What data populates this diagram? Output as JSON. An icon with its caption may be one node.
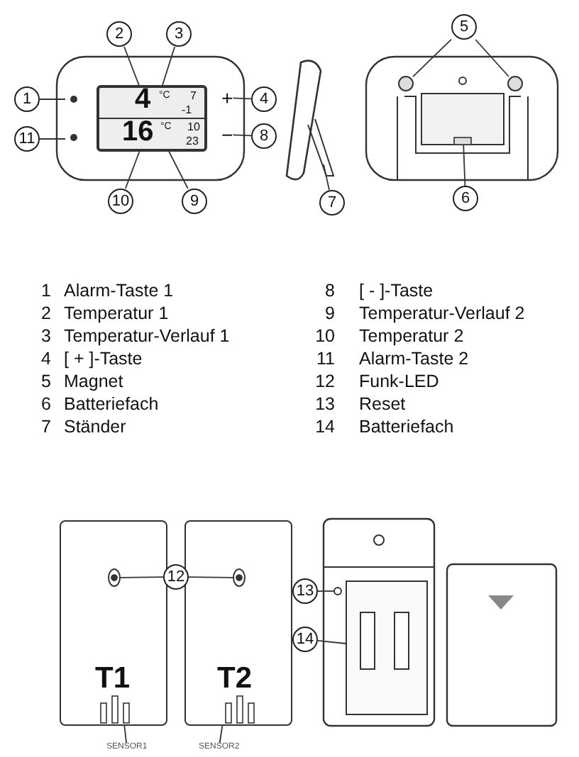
{
  "diagram": {
    "nodes": [
      {
        "text": [
          "5"
        ]
      },
      {
        "text": [
          "2"
        ]
      },
      {
        "text": [
          "3"
        ]
      },
      {
        "text": [],
        "shape": "circle"
      },
      {
        "text": [],
        "shape": "circle"
      },
      {
        "text": [
          "4",
          "°C",
          "7",
          "-1",
          "16",
          "°C",
          "10",
          "23"
        ]
      },
      {
        "text": [],
        "shape": "box"
      },
      {
        "text": [
          "1"
        ]
      },
      {
        "text": [
          "+"
        ]
      },
      {
        "text": [
          "4"
        ]
      },
      {
        "text": [
          "11"
        ]
      },
      {
        "text": [
          "−"
        ]
      },
      {
        "text": [
          "8"
        ]
      },
      {
        "text": [
          "6"
        ]
      },
      {
        "text": [
          "10"
        ]
      },
      {
        "text": [
          "9"
        ]
      },
      {
        "text": [
          "7"
        ]
      },
      {
        "text": [
          "T1"
        ]
      },
      {
        "text": [
          "T2"
        ]
      },
      {
        "text": [],
        "shape": "circle",
        "in": 17
      },
      {
        "text": [
          "12"
        ]
      },
      {
        "text": [],
        "shape": "circle",
        "in": 18
      },
      {
        "text": [
          "13"
        ]
      },
      {
        "text": [],
        "shape": "circle"
      },
      {
        "text": [
          "14"
        ]
      },
      {
        "text": [],
        "shape": "box"
      },
      {
        "text": [
          "SENSOR1"
        ]
      },
      {
        "text": [
          "SENSOR2"
        ]
      }
    ],
    "edges": [
      {
        "from": 1,
        "to": 5,
        "arrow": "none"
      },
      {
        "from": 2,
        "to": 5,
        "arrow": "none"
      },
      {
        "from": 0,
        "to": 3,
        "arrow": "none"
      },
      {
        "from": 0,
        "to": 4,
        "arrow": "none"
      },
      {
        "from": 7,
        "to": null,
        "arrow": "none"
      },
      {
        "from": 9,
        "to": 8,
        "arrow": "none"
      },
      {
        "from": 10,
        "to": null,
        "arrow": "none"
      },
      {
        "from": 12,
        "to": 11,
        "arrow": "none"
      },
      {
        "from": 14,
        "to": 5,
        "arrow": "none"
      },
      {
        "from": 15,
        "to": 5,
        "arrow": "none"
      },
      {
        "from": 16,
        "to": null,
        "arrow": "none"
      },
      {
        "from": 13,
        "to": 6,
        "arrow": "none"
      },
      {
        "from": 20,
        "to": 19,
        "arrow": "none"
      },
      {
        "from": 20,
        "to": 21,
        "arrow": "none"
      },
      {
        "from": 22,
        "to": 23,
        "arrow": "none"
      },
      {
        "from": 24,
        "to": 25,
        "arrow": "none"
      },
      {
        "from": 26,
        "to": 17,
        "arrow": "none"
      },
      {
        "from": 27,
        "to": 18,
        "arrow": "none"
      }
    ],
    "labels": [
      "1",
      "Alarm-Taste 1",
      "8",
      "[ - ]-Taste",
      "2",
      "Temperatur 1",
      "9",
      "Temperatur-Verlauf 2",
      "3",
      "Temperatur-Verlauf 1",
      "10",
      "Temperatur 2",
      "4",
      "[ + ]-Taste",
      "11",
      "Alarm-Taste 2",
      "5",
      "Magnet",
      "12",
      "Funk-LED",
      "6",
      "Batteriefach",
      "13",
      "Reset",
      "7",
      "Ständer",
      "14",
      "Batteriefach"
    ]
  }
}
